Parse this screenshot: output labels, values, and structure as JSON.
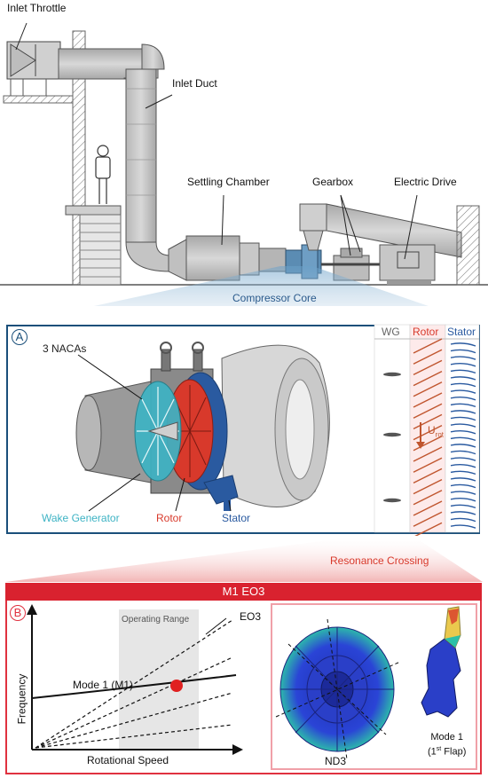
{
  "test_rig": {
    "labels": {
      "inlet_throttle": "Inlet Throttle",
      "inlet_duct": "Inlet Duct",
      "settling_chamber": "Settling Chamber",
      "gearbox": "Gearbox",
      "electric_drive": "Electric Drive"
    },
    "compressor_core": "Compressor Core"
  },
  "panel_a": {
    "badge": "A",
    "nacas": "3 NACAs",
    "wake_generator": "Wake Generator",
    "rotor": "Rotor",
    "stator": "Stator",
    "columns": {
      "wg": "WG",
      "rotor": "Rotor",
      "stator": "Stator"
    },
    "velocity_symbol": "U",
    "velocity_subscript": "rot"
  },
  "resonance_crossing": "Resonance Crossing",
  "panel_b": {
    "banner": "M1 EO3",
    "badge": "B",
    "operating_range": "Operating Range",
    "eo3": "EO3",
    "mode1": "Mode 1 (M1)",
    "y_axis": "Frequency",
    "x_axis": "Rotational Speed",
    "nd3": "ND3",
    "mode1_shape_line1": "Mode 1",
    "mode1_shape_line2_pre": "(1",
    "mode1_shape_line2_sup": "st",
    "mode1_shape_line2_post": " Flap)"
  },
  "colors": {
    "panel_a_border": "#1a4f7a",
    "panel_b_border": "#e0313f",
    "banner": "#d9222f",
    "wake_generator": "#3db3c4",
    "rotor": "#d8392b",
    "stator": "#2a5aa0",
    "compressor_core_text": "#2a5a8c",
    "resonance_text": "#d8392b",
    "crossing_point": "#e02020"
  }
}
